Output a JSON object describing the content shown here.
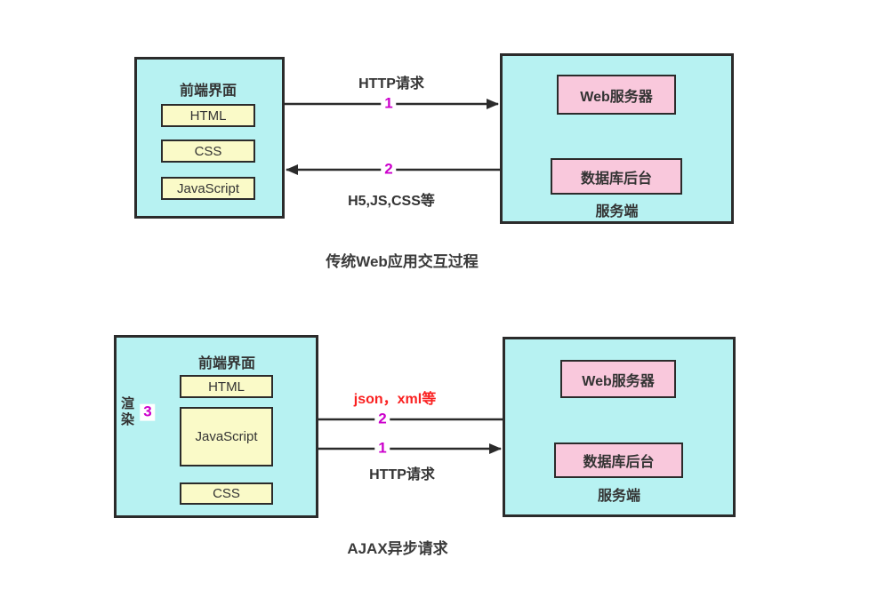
{
  "colors": {
    "container_fill": "#b7f2f2",
    "frontend_item_fill": "#fafac8",
    "server_item_fill": "#f9c8dc",
    "line": "#2b2b2b",
    "step_number": "#cc00cc",
    "response_data_label": "#fa2020"
  },
  "traditional": {
    "caption": "传统Web应用交互过程",
    "frontend": {
      "title": "前端界面",
      "items": [
        "HTML",
        "CSS",
        "JavaScript"
      ]
    },
    "server": {
      "web": "Web服务器",
      "db": "数据库后台",
      "label": "服务端"
    },
    "request": {
      "num": "1",
      "label": "HTTP请求"
    },
    "response": {
      "num": "2",
      "label": "H5,JS,CSS等"
    }
  },
  "ajax": {
    "caption": "AJAX异步请求",
    "frontend": {
      "title": "前端界面",
      "html": "HTML",
      "js": "JavaScript",
      "css": "CSS"
    },
    "render": {
      "label": "渲染",
      "num": "3"
    },
    "server": {
      "web": "Web服务器",
      "db": "数据库后台",
      "label": "服务端"
    },
    "request": {
      "num": "1",
      "label": "HTTP请求"
    },
    "response": {
      "num": "2",
      "label": "json，xml等"
    }
  }
}
